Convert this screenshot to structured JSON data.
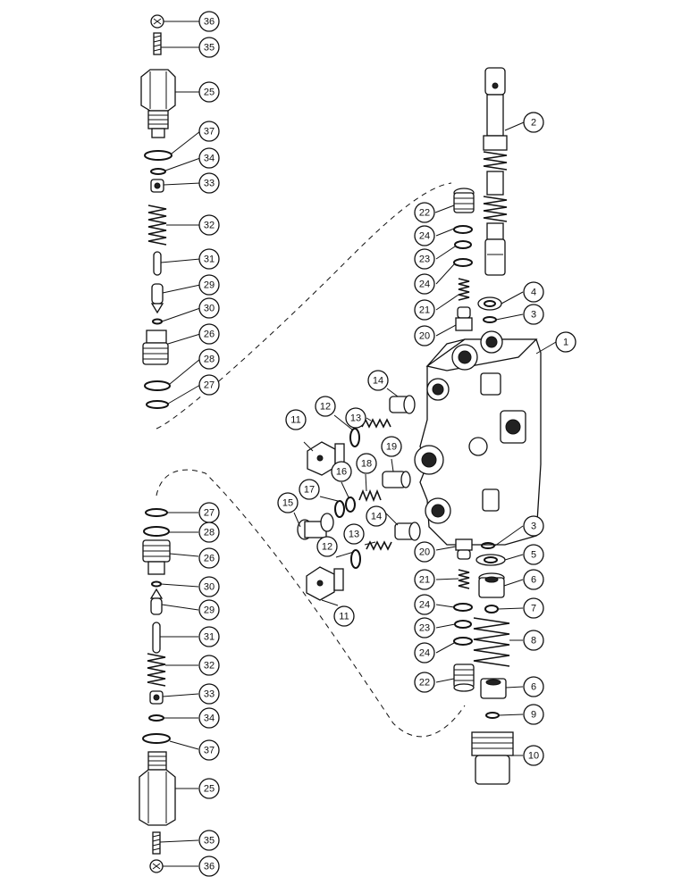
{
  "diagram": {
    "callouts": [
      "36",
      "35",
      "25",
      "37",
      "34",
      "33",
      "32",
      "31",
      "29",
      "30",
      "26",
      "28",
      "27",
      "2",
      "22",
      "24",
      "23",
      "24",
      "21",
      "20",
      "4",
      "3",
      "1",
      "14",
      "13",
      "12",
      "11",
      "19",
      "18",
      "16",
      "17",
      "15",
      "14",
      "13",
      "12",
      "11",
      "27",
      "28",
      "26",
      "30",
      "29",
      "31",
      "32",
      "33",
      "34",
      "37",
      "25",
      "35",
      "36",
      "3",
      "5",
      "20",
      "6",
      "21",
      "7",
      "24",
      "23",
      "8",
      "24",
      "22",
      "6",
      "9",
      "10"
    ],
    "line_color": "#111111",
    "background": "#ffffff"
  }
}
